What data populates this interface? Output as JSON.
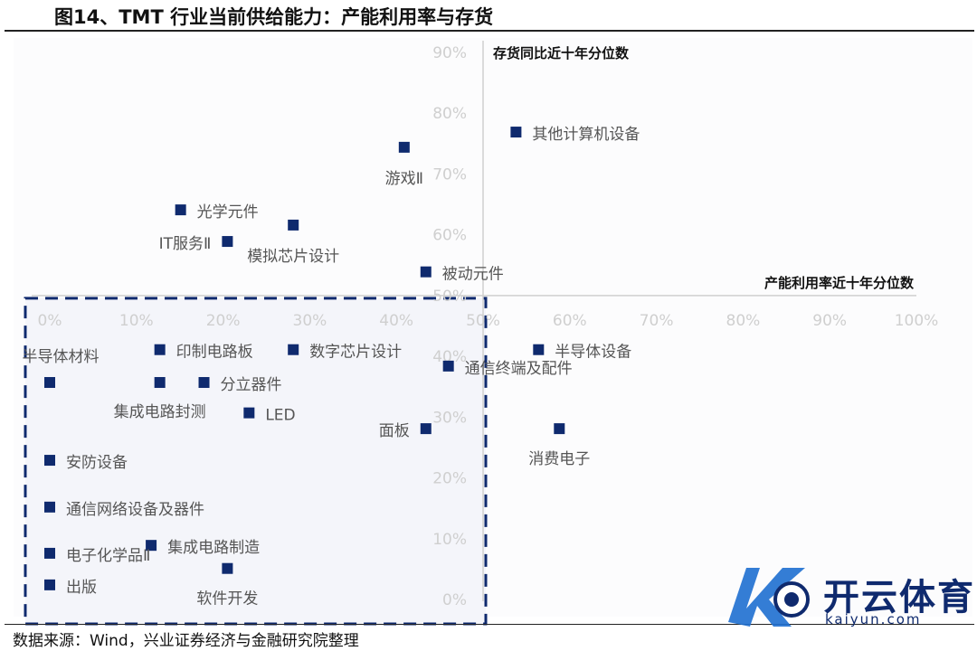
{
  "title": "图14、TMT 行业当前供给能力：产能利用率与存货",
  "source": "数据来源：Wind，兴业证券经济与金融研究院整理",
  "watermark": {
    "text": "开云体育",
    "sub": "kaiyun.com"
  },
  "chart_data": {
    "type": "scatter",
    "xlabel": "产能利用率近十年分位数",
    "ylabel": "存货同比近十年分位数",
    "xlim": [
      0,
      100
    ],
    "ylim": [
      0,
      90
    ],
    "x_ticks": [
      "0%",
      "10%",
      "20%",
      "30%",
      "40%",
      "50%",
      "60%",
      "70%",
      "80%",
      "90%",
      "100%"
    ],
    "y_ticks": [
      "0%",
      "10%",
      "20%",
      "30%",
      "40%",
      "50%",
      "60%",
      "70%",
      "80%",
      "90%"
    ],
    "axes_cross": {
      "x": 50,
      "y": 50
    },
    "grid": false,
    "colors": {
      "point": "#0f2a6e",
      "box": "#0f2a6e",
      "box_fill": "#f4f5fa",
      "tick": "#cfcfcf"
    },
    "highlight_box": {
      "x_range": [
        0,
        50
      ],
      "y_range": [
        0,
        50
      ]
    },
    "points": [
      {
        "label": "其他计算机设备",
        "x": 53.8,
        "y": 76.9
      },
      {
        "label": "游戏Ⅱ",
        "x": 40.9,
        "y": 74.4
      },
      {
        "label": "光学元件",
        "x": 15.1,
        "y": 64.1
      },
      {
        "label": "模拟芯片设计",
        "x": 28.1,
        "y": 61.6
      },
      {
        "label": "IT服务Ⅱ",
        "x": 20.5,
        "y": 58.9
      },
      {
        "label": "被动元件",
        "x": 43.4,
        "y": 53.9
      },
      {
        "label": "印制电路板",
        "x": 12.7,
        "y": 41.1
      },
      {
        "label": "数字芯片设计",
        "x": 28.1,
        "y": 41.1
      },
      {
        "label": "半导体设备",
        "x": 56.4,
        "y": 41.1
      },
      {
        "label": "通信终端及配件",
        "x": 46.0,
        "y": 38.4
      },
      {
        "label": "半导体材料",
        "x": 0.0,
        "y": 35.7
      },
      {
        "label": "集成电路封测",
        "x": 12.7,
        "y": 35.7
      },
      {
        "label": "分立器件",
        "x": 17.8,
        "y": 35.7
      },
      {
        "label": "LED",
        "x": 23.0,
        "y": 30.7
      },
      {
        "label": "面板",
        "x": 43.4,
        "y": 28.1
      },
      {
        "label": "消费电子",
        "x": 58.8,
        "y": 28.1
      },
      {
        "label": "安防设备",
        "x": 0.0,
        "y": 22.9
      },
      {
        "label": "通信网络设备及器件",
        "x": 0.0,
        "y": 15.2
      },
      {
        "label": "电子化学品Ⅱ",
        "x": 0.0,
        "y": 7.6
      },
      {
        "label": "集成电路制造",
        "x": 11.7,
        "y": 8.9
      },
      {
        "label": "出版",
        "x": 0.0,
        "y": 2.4
      },
      {
        "label": "软件开发",
        "x": 20.5,
        "y": 5.1
      }
    ]
  }
}
